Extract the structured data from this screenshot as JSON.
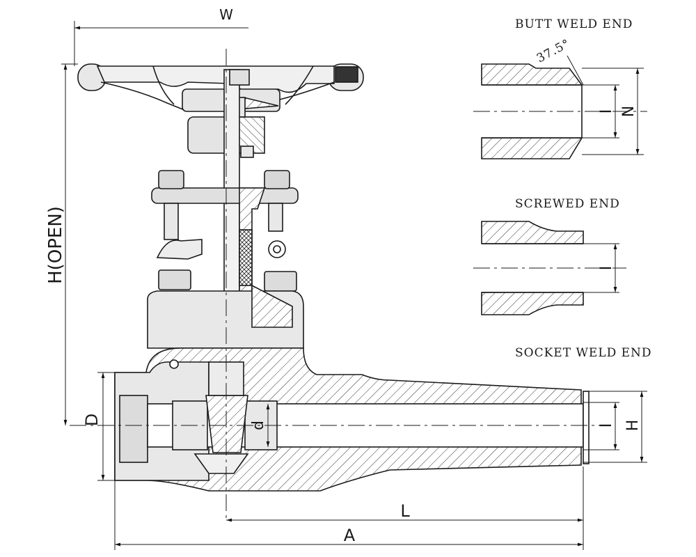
{
  "dimensions": {
    "w": "W",
    "h_open": "H(OPEN)",
    "d_big": "D",
    "d_small": "d",
    "l": "L",
    "a": "A",
    "i_butt": "I",
    "n_butt": "N",
    "i_screw": "I",
    "i_socket": "I",
    "h_socket": "H"
  },
  "end_types": {
    "butt_weld": "BUTT WELD END",
    "screwed": "SCREWED END",
    "socket_weld": "SOCKET WELD END"
  },
  "bevel_angle": "37.5°"
}
